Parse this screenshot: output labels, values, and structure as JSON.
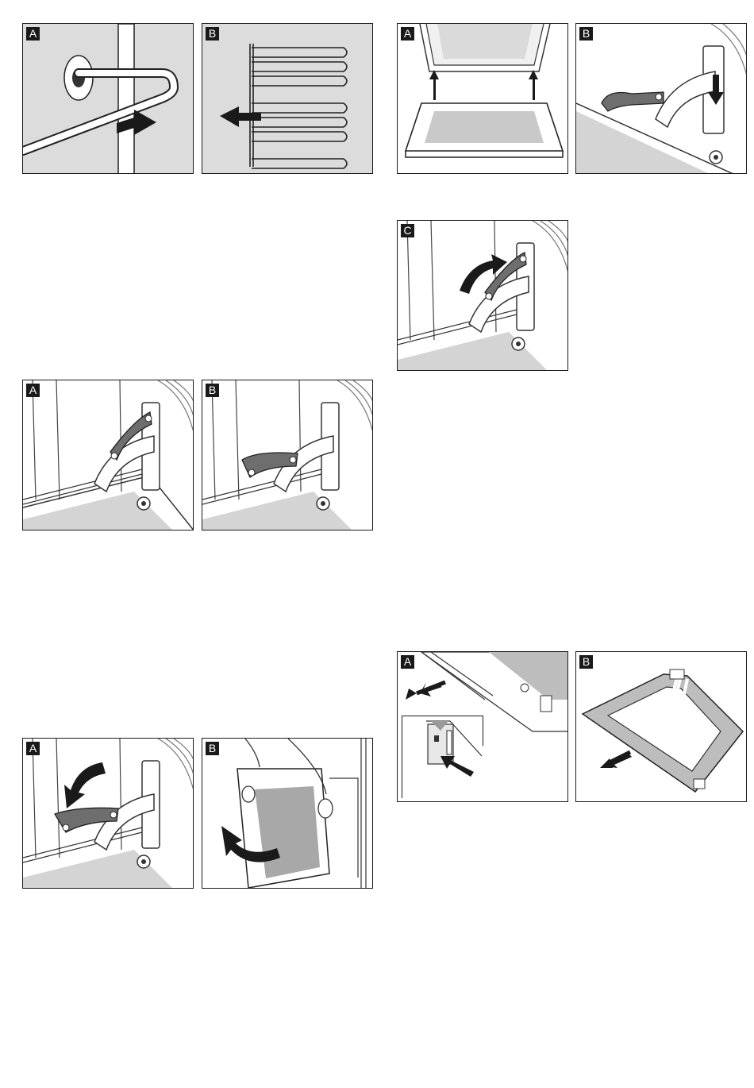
{
  "figures": {
    "fig1": {
      "labels": [
        "A",
        "B"
      ]
    },
    "fig2": {
      "labels": [
        "A",
        "B"
      ]
    },
    "fig3": {
      "labels": [
        "A",
        "B"
      ]
    },
    "fig4": {
      "labels": [
        "A",
        "B"
      ]
    },
    "fig5": {
      "labels": [
        "C"
      ]
    },
    "fig6": {
      "labels": [
        "A",
        "B"
      ]
    }
  },
  "colors": {
    "frame": "#1a1a1a",
    "grey_bg": "#dcdcdc",
    "lever": "#6e6e6e",
    "glass": "#a8a8a8"
  },
  "icons": [
    "rail-rod-icon",
    "shelf-rack-icon",
    "hinge-lever-icon",
    "oven-door-icon",
    "glass-pane-icon",
    "arrow-icon"
  ]
}
